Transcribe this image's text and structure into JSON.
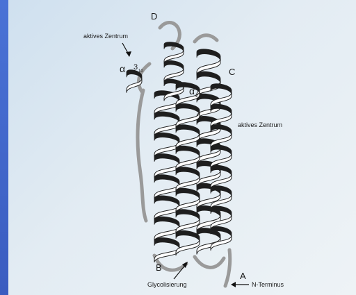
{
  "diagram": {
    "labels": {
      "active_center_top": "aktives Zentrum",
      "active_center_right": "aktives Zentrum",
      "glycosylation": "Glycolisierung",
      "n_terminus": "N-Terminus",
      "helix_a": "A",
      "helix_b": "B",
      "helix_c": "C",
      "helix_d": "D",
      "alpha1": "α",
      "alpha1_sub": "1",
      "alpha2": "α",
      "alpha2_sub": "2",
      "three_ten": "3",
      "three_ten_sub": "10"
    },
    "colors": {
      "background": "#3f63c6",
      "panel": "#e3ecf3",
      "ribbon_fill": "#ffffff",
      "ribbon_shade": "#1e1e1e",
      "ribbon_stroke": "#222222",
      "coil": "#a8a8a8"
    }
  }
}
